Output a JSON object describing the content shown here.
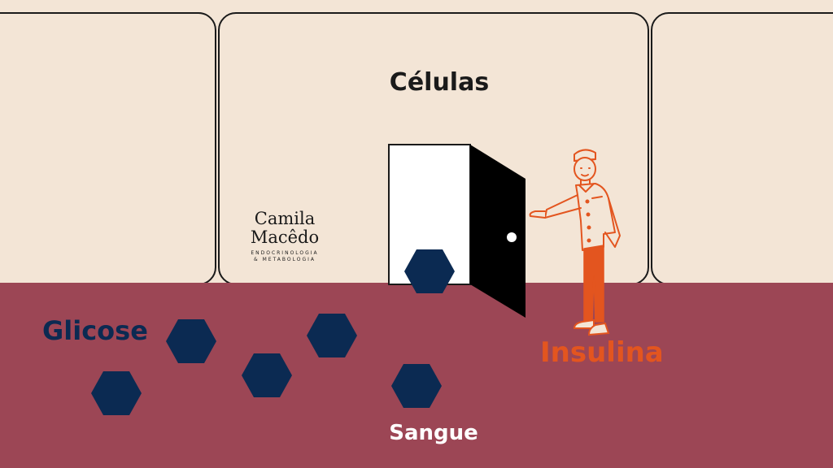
{
  "labels": {
    "cells": "Células",
    "glucose": "Glicose",
    "insulin": "Insulina",
    "blood": "Sangue"
  },
  "logo": {
    "line1": "Camila",
    "line2": "Macêdo",
    "line3": "ENDOCRINOLOGIA",
    "line4": "& METABOLOGIA"
  },
  "colors": {
    "cell_fill": "#f3e5d6",
    "blood": "#9c4655",
    "glucose": "#0b2a52",
    "insulin": "#e3551f",
    "outline": "#1a1a1a",
    "white_text": "#ffffff"
  },
  "icons": {
    "door": "open-door-icon",
    "insulin": "doorman-icon",
    "glucose": "hexagon-icon"
  }
}
